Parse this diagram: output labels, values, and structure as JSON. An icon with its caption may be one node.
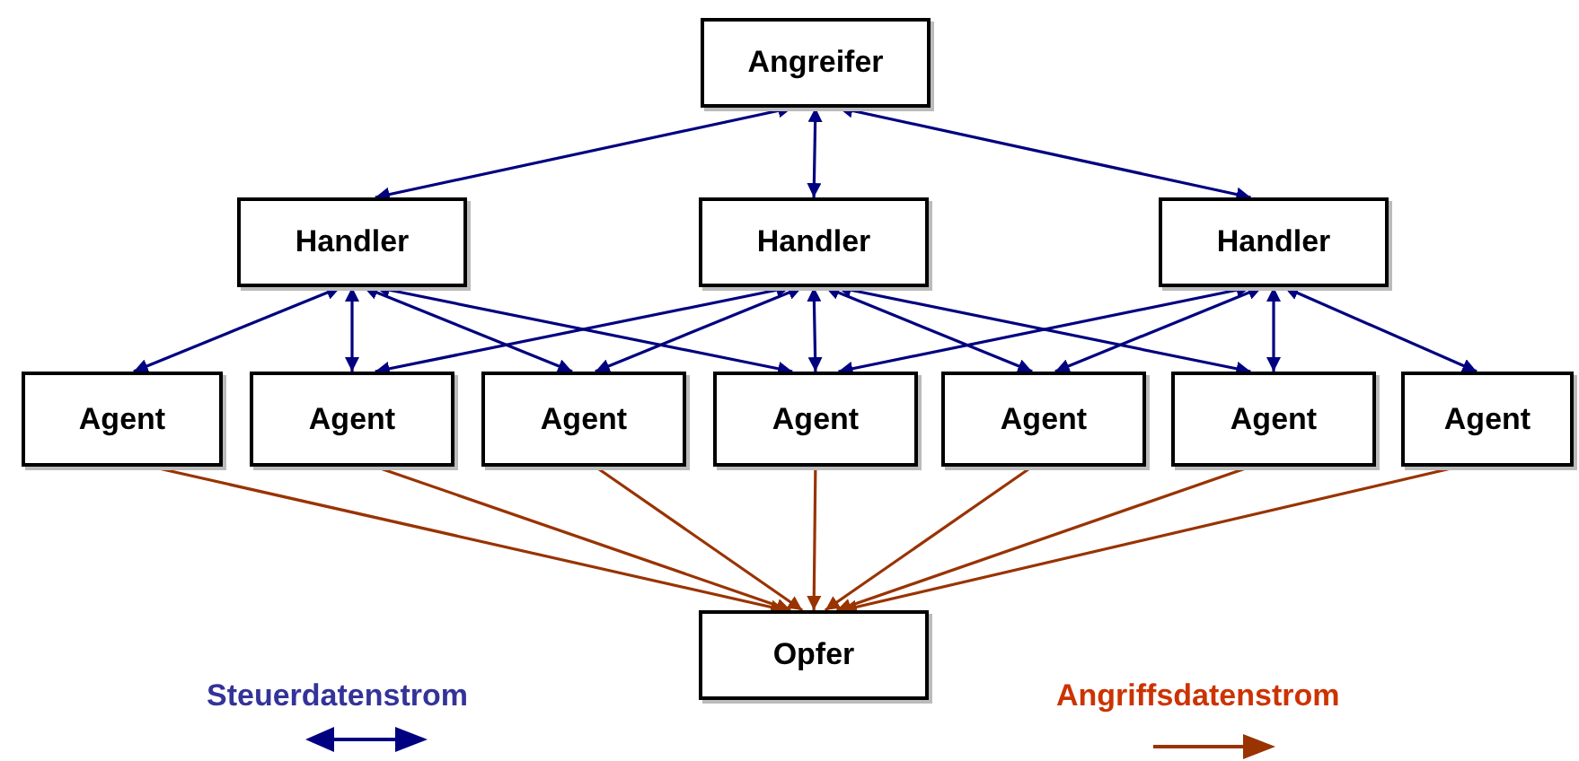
{
  "diagram": {
    "nodes": [
      {
        "text": [
          "Angreifer"
        ]
      },
      {
        "text": [
          "Handler"
        ]
      },
      {
        "text": [
          "Handler"
        ]
      },
      {
        "text": [
          "Handler"
        ]
      },
      {
        "text": [
          "Agent"
        ]
      },
      {
        "text": [
          "Agent"
        ]
      },
      {
        "text": [
          "Agent"
        ]
      },
      {
        "text": [
          "Agent"
        ]
      },
      {
        "text": [
          "Agent"
        ]
      },
      {
        "text": [
          "Agent"
        ]
      },
      {
        "text": [
          "Agent"
        ]
      },
      {
        "text": [
          "Opfer"
        ]
      }
    ],
    "edges": [
      {
        "from": 0,
        "to": 1,
        "arrow": "both"
      },
      {
        "from": 0,
        "to": 2,
        "arrow": "both"
      },
      {
        "from": 0,
        "to": 3,
        "arrow": "both"
      },
      {
        "from": 1,
        "to": 4,
        "arrow": "both"
      },
      {
        "from": 1,
        "to": 5,
        "arrow": "both"
      },
      {
        "from": 1,
        "to": 6,
        "arrow": "both"
      },
      {
        "from": 1,
        "to": 7,
        "arrow": "both"
      },
      {
        "from": 2,
        "to": 5,
        "arrow": "both"
      },
      {
        "from": 2,
        "to": 6,
        "arrow": "both"
      },
      {
        "from": 2,
        "to": 7,
        "arrow": "both"
      },
      {
        "from": 2,
        "to": 8,
        "arrow": "both"
      },
      {
        "from": 2,
        "to": 9,
        "arrow": "both"
      },
      {
        "from": 3,
        "to": 7,
        "arrow": "both"
      },
      {
        "from": 3,
        "to": 8,
        "arrow": "both"
      },
      {
        "from": 3,
        "to": 9,
        "arrow": "both"
      },
      {
        "from": 3,
        "to": 10,
        "arrow": "both"
      },
      {
        "from": 4,
        "to": 11,
        "arrow": "to",
        "color": "#993300"
      },
      {
        "from": 5,
        "to": 11,
        "arrow": "to",
        "color": "#993300"
      },
      {
        "from": 6,
        "to": 11,
        "arrow": "to",
        "color": "#993300"
      },
      {
        "from": 7,
        "to": 11,
        "arrow": "to",
        "color": "#993300"
      },
      {
        "from": 8,
        "to": 11,
        "arrow": "to",
        "color": "#993300"
      },
      {
        "from": 9,
        "to": 11,
        "arrow": "to",
        "color": "#993300"
      },
      {
        "from": 10,
        "to": 11,
        "arrow": "to",
        "color": "#993300"
      }
    ],
    "legend": [
      {
        "text": "Steuerdatenstrom"
      },
      {
        "text": "Angriffsdatenstrom"
      }
    ]
  }
}
